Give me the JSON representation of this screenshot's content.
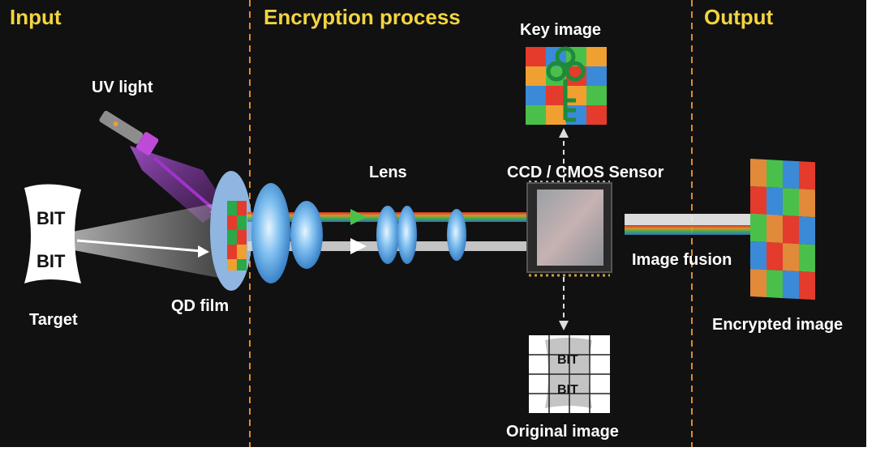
{
  "sections": {
    "input": "Input",
    "encryption": "Encryption process",
    "output": "Output"
  },
  "labels": {
    "uv_light": "UV light",
    "target": "Target",
    "qd_film": "QD film",
    "lens": "Lens",
    "sensor": "CCD / CMOS Sensor",
    "key_image": "Key image",
    "image_fusion": "Image fusion",
    "encrypted_image": "Encrypted image",
    "original_image": "Original image"
  },
  "target_text": {
    "line1": "BIT",
    "line2": "BIT"
  },
  "original_text": {
    "line1": "BIT",
    "line2": "BIT"
  },
  "colors": {
    "background": "#111111",
    "section_title": "#f2d440",
    "divider": "#e08a2c",
    "label": "#ffffff",
    "uv_beam": "#b04ad8",
    "lens": "#5fa9e6",
    "key_green": "#1f8a3a"
  },
  "icons": [
    "uv-lamp-icon",
    "key-icon",
    "target-paper-icon"
  ]
}
